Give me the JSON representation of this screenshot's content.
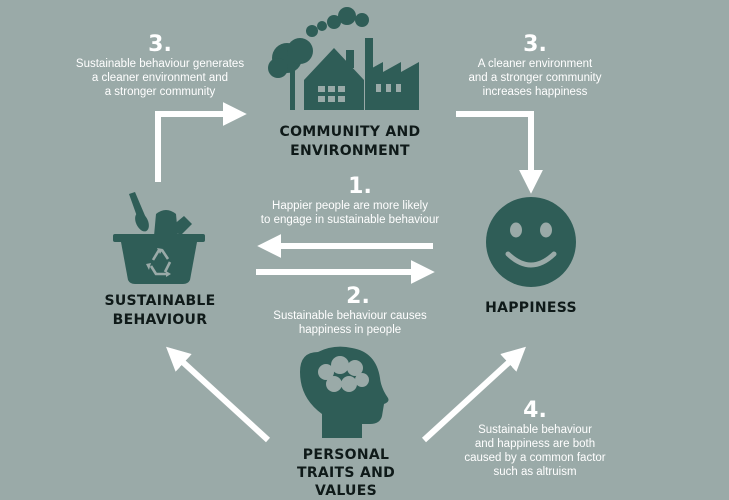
{
  "colors": {
    "background": "#9aaaa8",
    "icon": "#2f5d57",
    "arrow": "#ffffff",
    "label": "#0f1a19"
  },
  "nodes": {
    "community": {
      "line1": "COMMUNITY AND",
      "line2": "ENVIRONMENT",
      "icon": "factory-house-trees-icon"
    },
    "sustainable": {
      "line1": "SUSTAINABLE",
      "line2": "BEHAVIOUR",
      "icon": "recycling-basket-icon"
    },
    "happiness": {
      "line1": "HAPPINESS",
      "icon": "smiley-face-icon"
    },
    "personal": {
      "line1": "PERSONAL",
      "line2": "TRAITS AND",
      "line3": "VALUES",
      "icon": "head-brain-icon"
    }
  },
  "annotations": {
    "a1": {
      "number": "1.",
      "line1": "Happier people are more likely",
      "line2": "to engage in sustainable behaviour"
    },
    "a2": {
      "number": "2.",
      "line1": "Sustainable behaviour causes",
      "line2": "happiness in people"
    },
    "a3_left": {
      "number": "3.",
      "line1": "Sustainable behaviour generates",
      "line2": "a cleaner environment and",
      "line3": "a stronger community"
    },
    "a3_right": {
      "number": "3.",
      "line1": "A cleaner environment",
      "line2": "and a stronger community",
      "line3": "increases happiness"
    },
    "a4": {
      "number": "4.",
      "line1": "Sustainable behaviour",
      "line2": "and happiness are both",
      "line3": "caused by a common factor",
      "line4": "such as altruism"
    }
  }
}
